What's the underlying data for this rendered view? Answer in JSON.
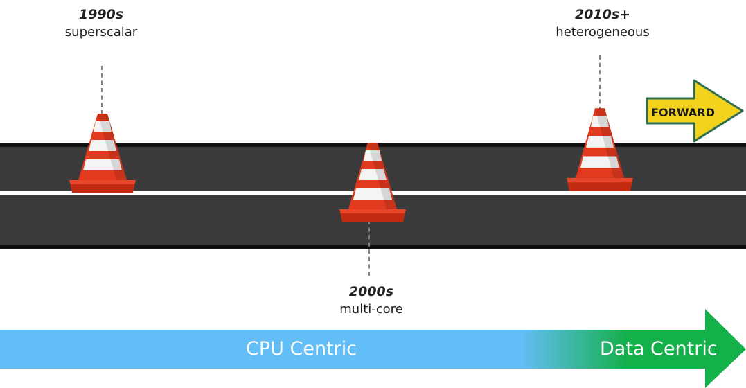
{
  "milestones": [
    {
      "era": "1990s",
      "desc": "superscalar"
    },
    {
      "era": "2000s",
      "desc": "multi-core"
    },
    {
      "era": "2010s+",
      "desc": "heterogeneous"
    }
  ],
  "sign": {
    "text": "FORWARD"
  },
  "timeline": {
    "left_label": "CPU Centric",
    "right_label": "Data Centric"
  },
  "colors": {
    "road": "#3b3b3b",
    "cone_red": "#e23a1e",
    "sign_yellow": "#f2d21c",
    "cpu_blue": "#63bdf7",
    "data_green": "#14b04a"
  }
}
